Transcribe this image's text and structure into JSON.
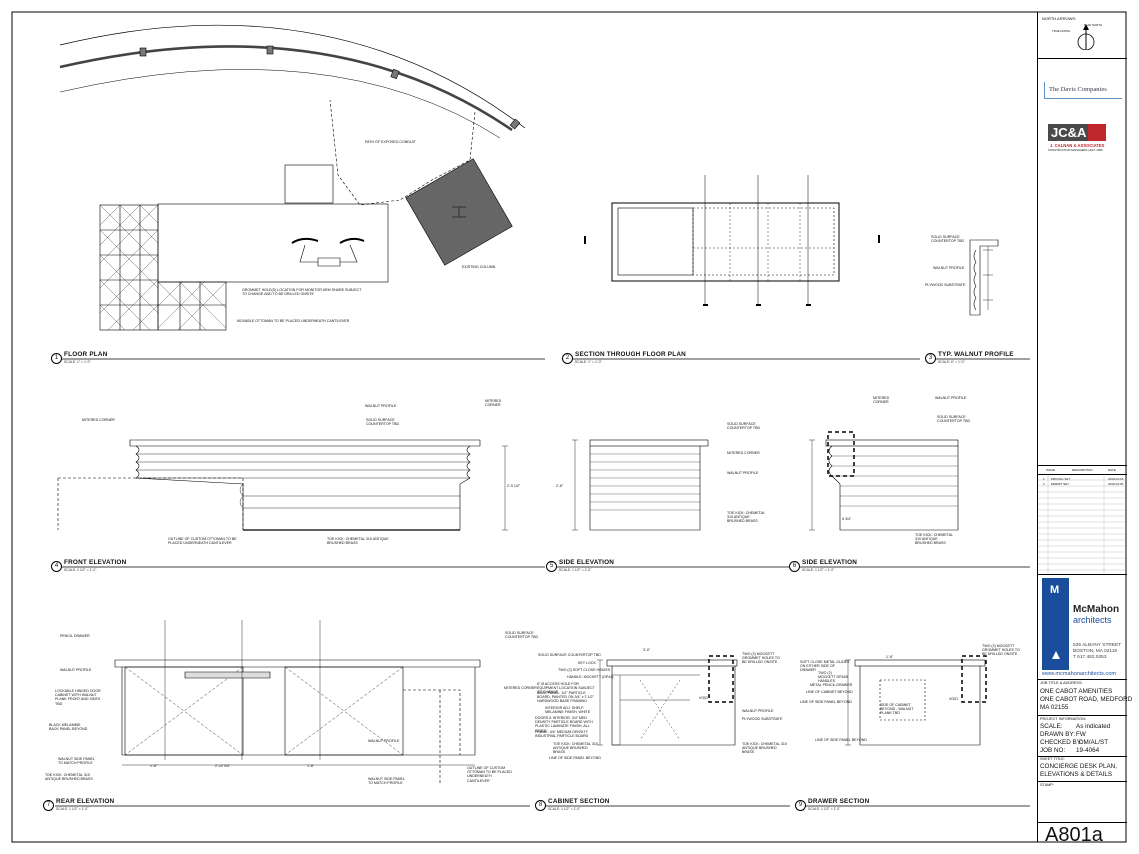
{
  "north_arrow": {
    "label": "NORTH ARROWS:",
    "plan_north": "PLAN NORTH",
    "true_north": "TRUE NORTH"
  },
  "client_logo": {
    "text": "The Davis Companies"
  },
  "contractor_logo": {
    "mark": "JC&A",
    "name": "J. CALNAN & ASSOCIATES",
    "tagline": "CONSTRUCTION MANAGERS | EST. 1996"
  },
  "architect": {
    "mark": "M",
    "name_line1": "McMahon",
    "name_line2": "architects",
    "address1": "535 ALBANY STREET",
    "address2": "BOSTON, MA 02118",
    "phone": "T 617.482.5353",
    "web": "www.mcmahonarchitects.com"
  },
  "revisions": {
    "headers": [
      "ISSUE",
      "DESCRIPTION",
      "DATE"
    ],
    "rows": [
      [
        "1",
        "PRICING SET",
        "2020-03-18"
      ],
      [
        "2",
        "PERMIT SET",
        "2020-03-25"
      ]
    ]
  },
  "job": {
    "title_label": "JOB TITLE & ADDRESS:",
    "title_line1": "ONE CABOT AMENITIES",
    "title_line2": "ONE CABOT ROAD, MEDFORD",
    "title_line3": "MA 02155",
    "project_info_label": "PROJECT INFORMATION:",
    "scale_label": "SCALE:",
    "scale_value": "As indicated",
    "drawn_label": "DRAWN BY:",
    "drawn_value": "FW",
    "checked_label": "CHECKED BY:",
    "checked_value": "DM/AL/ST",
    "jobno_label": "JOB NO:",
    "jobno_value": "19-4064",
    "sheet_title_label": "SHEET TITLE:",
    "sheet_title_line1": "CONCIERGE DESK PLAN,",
    "sheet_title_line2": "ELEVATIONS & DETAILS",
    "stamp_label": "STAMP:",
    "sheet_number": "A801a"
  },
  "views": [
    {
      "num": "1",
      "title": "FLOOR PLAN",
      "scale": "SCALE: 1\" = 1'-0\""
    },
    {
      "num": "2",
      "title": "SECTION THROUGH FLOOR PLAN",
      "scale": "SCALE: 1\" = 1'-0\""
    },
    {
      "num": "3",
      "title": "TYP. WALNUT PROFILE",
      "scale": "SCALE: 6\" = 1'-0\""
    },
    {
      "num": "4",
      "title": "FRONT ELEVATION",
      "scale": "SCALE: 1 1/2\" = 1'-0\""
    },
    {
      "num": "5",
      "title": "SIDE ELEVATION",
      "scale": "SCALE: 1 1/2\" = 1'-0\""
    },
    {
      "num": "6",
      "title": "SIDE ELEVATION",
      "scale": "SCALE: 1 1/2\" = 1'-0\""
    },
    {
      "num": "7",
      "title": "REAR ELEVATION",
      "scale": "SCALE: 1 1/2\" = 1'-0\""
    },
    {
      "num": "8",
      "title": "CABINET SECTION",
      "scale": "SCALE: 1 1/2\" = 1'-0\""
    },
    {
      "num": "9",
      "title": "DRAWER SECTION",
      "scale": "SCALE: 1 1/2\" = 1'-0\""
    }
  ],
  "notes": {
    "conduit": "PATH OF EXPOSED CONDUIT",
    "column": "EXISTING COLUMN",
    "grommet": "GROMMET HOLE(S) LOCATION FOR MONITOR ARM SHARE SUBJECT TO CHANGE AND TO BE DRILLED ONSITE",
    "ottoman": "MOVABLE OTTOMAN TO BE PLACED UNDERNEATH CANTILEVER",
    "solid_surface": "SOLID SURFACE COUNTERTOP TBD",
    "walnut_profile": "WALNUT PROFILE",
    "plywood": "PLYWOOD SUBSTRATE",
    "mitered": "MITERED CORNER",
    "outline_ottoman": "OUTLINE OF CUSTOM OTTOMAN TO BE PLACED UNDERNEATH CANTILEVER",
    "toe_kick": "TOE KICK: CHEMETAL 310 ANTIQUE BRUSHED BRASS",
    "pencil_drawer": "PENCIL DRAWER",
    "lockable": "LOCKABLE HINGED DOOR CABINET WITH WALNUT PLANK FRONT AND SIDES TBD",
    "black_melamine": "BLACK MELAMINE BACK PANEL BEYOND",
    "walnut_side": "WALNUT SIDE PANEL TO MATCH PROFILE",
    "key_lock": "KEY LOCK",
    "soft_close": "TWO (2) SOFT CLOSE HINGES",
    "handle": "HANDLE: MOCKETT (DP44)",
    "access_hole": "8\" Ø ACCESS HOLE FOR EQUIPMENT LOCATION SUBJECT TO CHANGE",
    "back_panel": "BACK PANEL: 1/2\" PARTICLE BOARD, PAINTED ON 3/4\" x 2 1/2\" HARDWOOD BASE FRAMING",
    "interior_shelf": "INTERIOR ADJ. SHELF: MELAMINE FINISH, WHITE",
    "doors_interior": "DOORS & INTERIOR: 3/4\" MED DENSITY PARTICLE BOARD WITH PLASTIC LAMINATE FINISH, ALL SIDES",
    "frame": "FRAME: 3/4\" MEDIUM DENSITY INDUSTRIAL PARTICLE BOARD",
    "side_panel_beyond": "LINE OF SIDE PANEL BEYOND",
    "grommet_two": "TWO (2) MOCKETT GROMMET HOLES TO BE DRILLED ONSITE",
    "metal_glides": "SOFT CLOSE METAL GLIDES ON EITHER SIDE OF DRAWER",
    "mockett_handles": "TWO (2) MOCKETT DP44B HANDLES",
    "metal_pencil": "METAL PENCIL DRAWER",
    "cabinet_beyond": "LINE OF CABINET BEYOND",
    "side_cabinet": "SIDE OF CABINET BEYOND - WALNUT PLANK TBD",
    "void": "VOID",
    "dims": {
      "d1": "1'-8\"",
      "d2": "2'-10 3/4\"",
      "d3": "1'-8\"",
      "d4": "3'-0\"",
      "d5": "1'-6\"",
      "d6": "2'-6\"",
      "d7": "5 3/4\"",
      "d8": "2'-5 1/2\""
    }
  }
}
